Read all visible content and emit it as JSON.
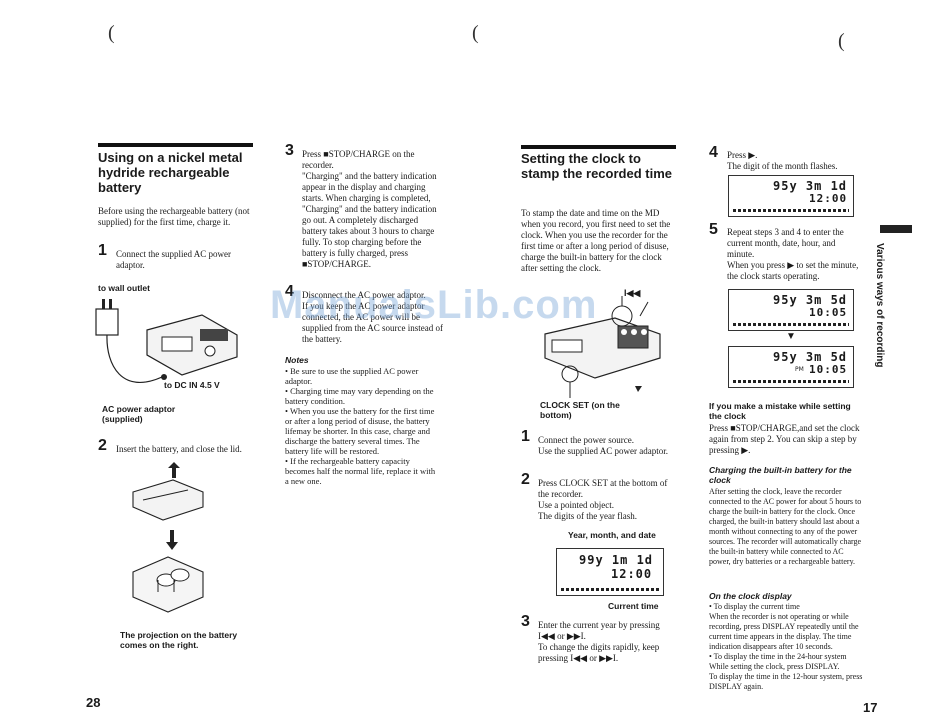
{
  "left": {
    "title": "Using on a nickel metal hydride rechargeable battery",
    "intro": "Before using the rechargeable battery (not supplied) for the first time, charge it.",
    "step1": "Connect the supplied AC power adaptor.",
    "wall_label": "to wall outlet",
    "dc_label": "to DC IN 4.5 V",
    "adaptor_label": "AC power adaptor (supplied)",
    "step2": "Insert the battery, and close the lid.",
    "projection_label": "The projection on the battery comes on the right.",
    "step3": "Press ■STOP/CHARGE on the recorder.\n\"Charging\" and the battery indication appear in the display and charging starts. When charging is completed, \"Charging\" and the battery indication go out. A completely discharged battery takes about 3 hours to charge fully. To stop charging before the battery is fully charged, press ■STOP/CHARGE.",
    "step4": "Disconnect the AC power adaptor.\nIf you keep the AC power adaptor connected, the AC power will be supplied from the AC source instead of the battery.",
    "notes_title": "Notes",
    "notes": [
      "Be sure to use the supplied AC power adaptor.",
      "Charging time may vary depending on the battery condition.",
      "When you use the battery for the first time or after a long period of disuse, the battery lifemay be shorter. In this case, charge and discharge the battery several times. The battery life will be restored.",
      "If the rechargeable battery capacity becomes half the normal life, replace it with a new one."
    ],
    "page_number": "28"
  },
  "right": {
    "title": "Setting the clock to stamp the recorded time",
    "intro": "To stamp the date and time on the MD when you record, you first need to set the clock. When you use the recorder for the first time or after a long period of disuse, charge the built-in battery for the clock after setting the clock.",
    "clockset_label": "CLOCK SET (on the bottom)",
    "skip_symbol": "I◀◀",
    "step1": "Connect the power source.\nUse the supplied AC power adaptor.",
    "step2": "Press CLOCK SET at the bottom of the recorder.\nUse a pointed object.\nThe digits of the year flash.",
    "ymd_label": "Year, month, and date",
    "current_time_label": "Current time",
    "lcd1_top": "99y 1m 1d",
    "lcd1_bottom": "12:00",
    "step3": "Enter the current year by pressing I◀◀ or ▶▶I.\nTo change the digits rapidly, keep pressing I◀◀ or ▶▶I.",
    "step4": "Press ▶.\nThe digit of the month flashes.",
    "lcd2_top": "95y 3m 1d",
    "lcd2_bottom": "12:00",
    "step5": "Repeat steps 3 and 4 to enter the current month, date, hour, and minute.\nWhen you press ▶ to set the minute, the clock starts operating.",
    "lcd3_top": "95y 3m 5d",
    "lcd3_bottom": "10:05",
    "lcd4_top": "95y 3m 5d",
    "lcd4_bottom": "10:05",
    "lcd4_pm": "PM",
    "mistake_title": "If you make a mistake while setting the clock",
    "mistake_text": "Press ■STOP/CHARGE,and set the clock again from step 2. You can skip a step by pressing ▶.",
    "charging_title": "Charging the built-in battery for the clock",
    "charging_text": "After setting the clock, leave the recorder connected to the AC power for about 5 hours to charge the built-in battery for the clock. Once charged, the built-in battery should last about a month without connecting to any of the power sources. The recorder will automatically charge the built-in battery while connected to AC power, dry batteries or a rechargeable battery.",
    "display_title": "On the clock display",
    "display_items": [
      "To display the current time\nWhen the recorder is not operating or while recording, press DISPLAY repeatedly until the current time appears in the display. The time indication disappears after 10 seconds.",
      "To display the time in the 24-hour system\nWhile setting the clock, press DISPLAY.\nTo display the time in the 12-hour system, press DISPLAY again."
    ],
    "side_tab_text": "Various ways of recording",
    "page_number": "17"
  },
  "watermark": "ManualsLib.com"
}
